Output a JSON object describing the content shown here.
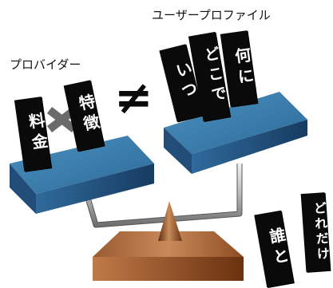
{
  "labels": {
    "provider": "プロバイダー",
    "user_profile": "ユーザープロファイル"
  },
  "provider_cards": {
    "price": "料金",
    "feature": "特徴"
  },
  "times_sign": "×",
  "not_equal_sign": "≠",
  "user_cards": {
    "when": "いつ",
    "where": "どこで",
    "what": "何に"
  },
  "extra_cards": {
    "who_with": "誰と",
    "how_much": "どれだけ"
  },
  "colors": {
    "pan_top": "#3e7fad",
    "pan_side": "#214d78",
    "card": "#0a0a0a",
    "fulcrum": "#a8673e",
    "base": "#8a4a22",
    "times_mark": "#6b6b6b"
  }
}
